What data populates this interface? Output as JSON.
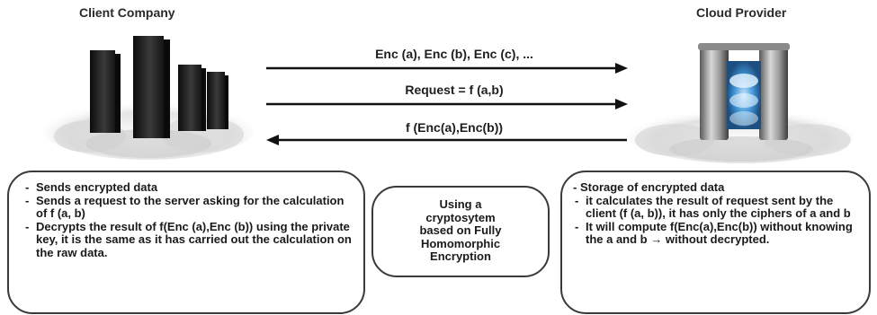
{
  "headings": {
    "client": "Client Company",
    "cloud": "Cloud Provider"
  },
  "messages": {
    "encrypted_data": "Enc (a), Enc (b), Enc (c), ...",
    "request": "Request = f (a,b)",
    "result": "f (Enc(a),Enc(b))"
  },
  "client_notes": [
    {
      "dash": "-",
      "text": "Sends encrypted data"
    },
    {
      "dash": "-",
      "text": "Sends a request to the server asking for the calculation of f (a, b)"
    },
    {
      "dash": "-",
      "text": "Decrypts the result  of f(Enc (a),Enc (b)) using the private key, it is the same as it has carried out the calculation on the raw data."
    }
  ],
  "center_note": "Using a\ncryptosytem\nbased on Fully\nHomomorphic\nEncryption",
  "cloud_notes": [
    {
      "dash": "-",
      "text": "Storage of encrypted data"
    },
    {
      "dash": "-",
      "text": "it calculates the result of request sent by the client (f (a, b)), it has only the ciphers of a and b"
    },
    {
      "dash": "-",
      "text": "It will compute f(Enc(a),Enc(b)) without knowing the a and b → without decrypted."
    }
  ],
  "icons": {
    "client_servers": "server-rack-icon",
    "cloud_server": "cloud-server-icon"
  },
  "colors": {
    "arrow": "#111111",
    "server_dark": "#1c1c1c",
    "cloud_blue": "#3a8fd0"
  }
}
